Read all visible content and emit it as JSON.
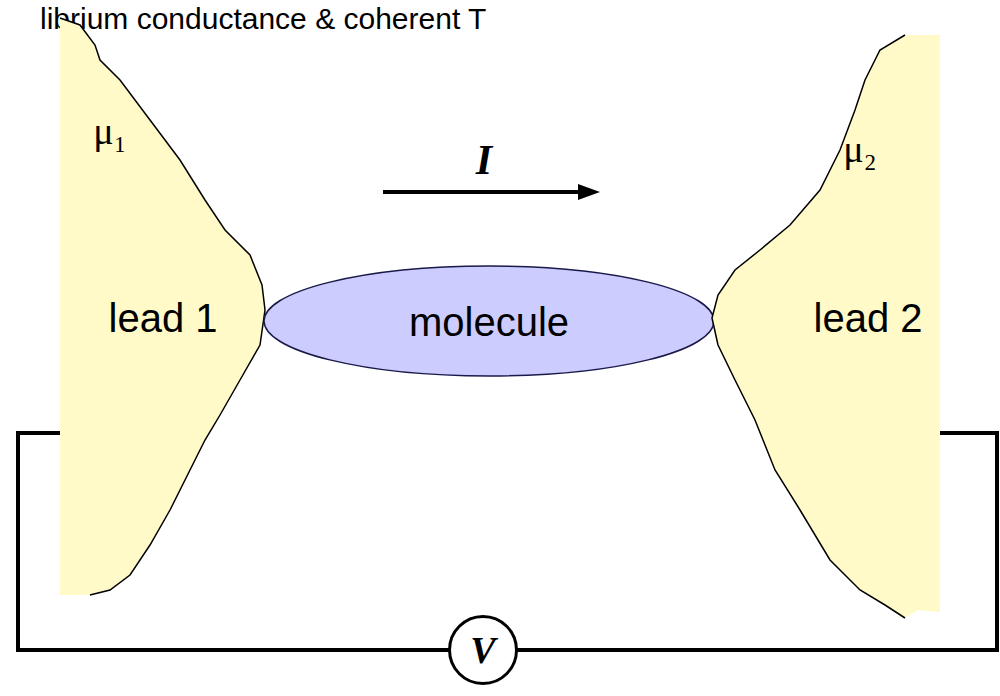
{
  "diagram": {
    "title": "librium conductance & coherent T",
    "nodes": [
      {
        "text": [
          "μ₁",
          "lead 1"
        ]
      },
      {
        "text": [
          "molecule"
        ]
      },
      {
        "text": [
          "μ₂",
          "lead 2"
        ]
      }
    ],
    "edges": [
      {
        "from": 0,
        "to": 2,
        "arrow": "none",
        "label": "V"
      }
    ],
    "labels": [
      "I"
    ]
  }
}
